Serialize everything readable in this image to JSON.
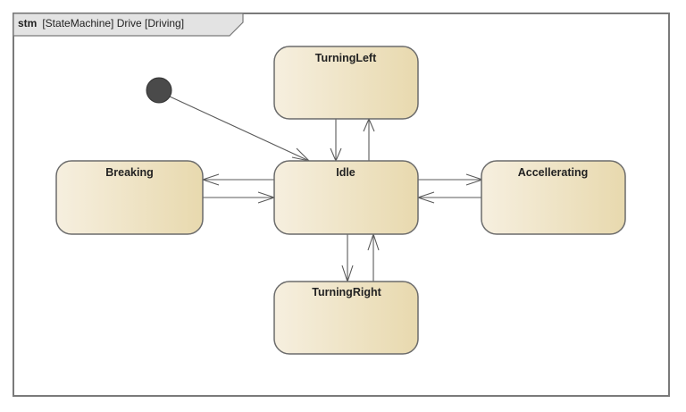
{
  "frame": {
    "kind": "stm",
    "title": "[StateMachine] Drive [Driving]"
  },
  "states": [
    {
      "id": "turning-left",
      "label": "TurningLeft"
    },
    {
      "id": "breaking",
      "label": "Breaking"
    },
    {
      "id": "idle",
      "label": "Idle"
    },
    {
      "id": "accellerating",
      "label": "Accellerating"
    },
    {
      "id": "turning-right",
      "label": "TurningRight"
    }
  ],
  "transitions": [
    {
      "from": "initial",
      "to": "idle"
    },
    {
      "from": "turning-left",
      "to": "idle"
    },
    {
      "from": "idle",
      "to": "turning-left"
    },
    {
      "from": "idle",
      "to": "breaking"
    },
    {
      "from": "breaking",
      "to": "idle"
    },
    {
      "from": "idle",
      "to": "accellerating"
    },
    {
      "from": "accellerating",
      "to": "idle"
    },
    {
      "from": "idle",
      "to": "turning-right"
    },
    {
      "from": "turning-right",
      "to": "idle"
    }
  ],
  "colors": {
    "state_fill_light": "#f6efdf",
    "state_fill_dark": "#e8d9ae",
    "tab_fill": "#e3e3e3",
    "initial_node": "#4a4a4a"
  }
}
